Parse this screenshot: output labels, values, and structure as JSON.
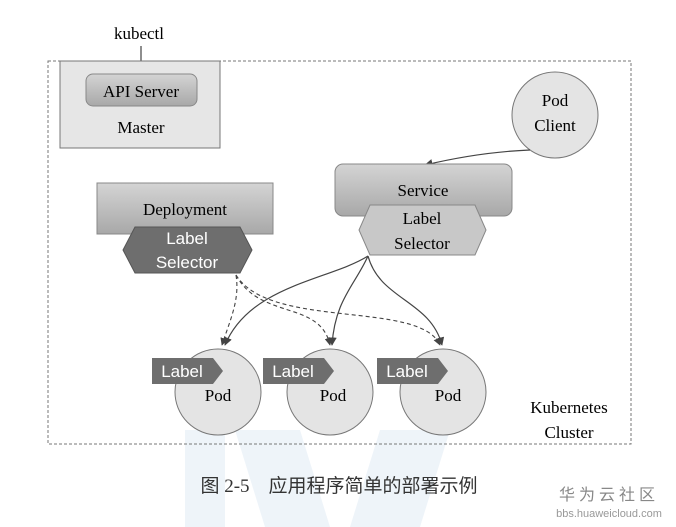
{
  "diagram": {
    "kubectl": "kubectl",
    "api_server": "API Server",
    "master": "Master",
    "pod_client_line1": "Pod",
    "pod_client_line2": "Client",
    "service": "Service",
    "service_selector_line1": "Label",
    "service_selector_line2": "Selector",
    "deployment": "Deployment",
    "deployment_selector_line1": "Label",
    "deployment_selector_line2": "Selector",
    "pods": [
      {
        "tag": "Label",
        "name": "Pod"
      },
      {
        "tag": "Label",
        "name": "Pod"
      },
      {
        "tag": "Label",
        "name": "Pod"
      }
    ],
    "cluster_line1": "Kubernetes",
    "cluster_line2": "Cluster"
  },
  "caption": "图 2-5　应用程序简单的部署示例",
  "watermark": {
    "title": "华为云社区",
    "url": "bbs.huaweicloud.com"
  },
  "colors": {
    "box_fill": "#bdbdbd",
    "master_fill": "#e6e6e6",
    "pod_fill": "#e4e4e4",
    "selector_fill": "#6e6e6e",
    "watermark_tint": "#cfe0ef"
  }
}
